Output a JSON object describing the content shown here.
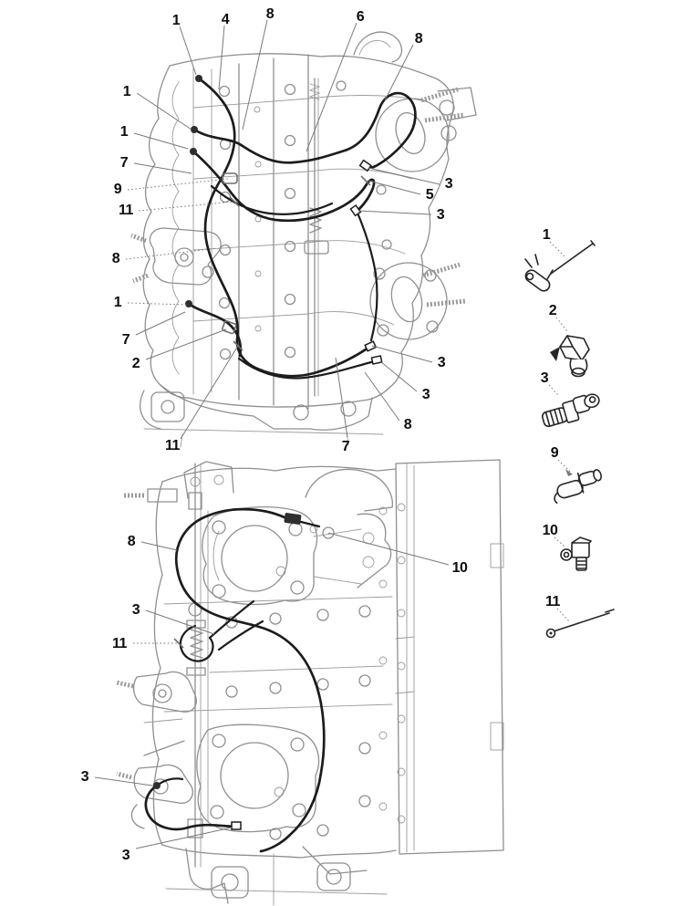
{
  "diagram": {
    "background": "#ffffff",
    "engine_line_color": "#8f8f8f",
    "hose_color": "#1c1c1c",
    "leader_color": "#7a7a7a",
    "label_color": "#0d0d0d",
    "part_line_color": "#262626"
  },
  "top_view": {
    "callouts": [
      {
        "label": "1"
      },
      {
        "label": "4"
      },
      {
        "label": "8"
      },
      {
        "label": "6"
      },
      {
        "label": "8"
      },
      {
        "label": "1"
      },
      {
        "label": "1"
      },
      {
        "label": "7"
      },
      {
        "label": "9"
      },
      {
        "label": "11"
      },
      {
        "label": "8"
      },
      {
        "label": "1"
      },
      {
        "label": "7"
      },
      {
        "label": "2"
      },
      {
        "label": "3"
      },
      {
        "label": "5"
      },
      {
        "label": "3"
      },
      {
        "label": "3"
      },
      {
        "label": "3"
      },
      {
        "label": "8"
      },
      {
        "label": "11"
      },
      {
        "label": "7"
      }
    ]
  },
  "bottom_view": {
    "callouts": [
      {
        "label": "8"
      },
      {
        "label": "10"
      },
      {
        "label": "3"
      },
      {
        "label": "11"
      },
      {
        "label": "3"
      },
      {
        "label": "3"
      }
    ]
  },
  "legend": {
    "items": [
      {
        "label": "1",
        "icon": "probe-rod-icon"
      },
      {
        "label": "2",
        "icon": "elbow-fitting-icon"
      },
      {
        "label": "3",
        "icon": "sensor-plug-icon"
      },
      {
        "label": "9",
        "icon": "tube-joint-icon"
      },
      {
        "label": "10",
        "icon": "right-angle-fitting-icon"
      },
      {
        "label": "11",
        "icon": "cable-tie-icon"
      }
    ]
  }
}
